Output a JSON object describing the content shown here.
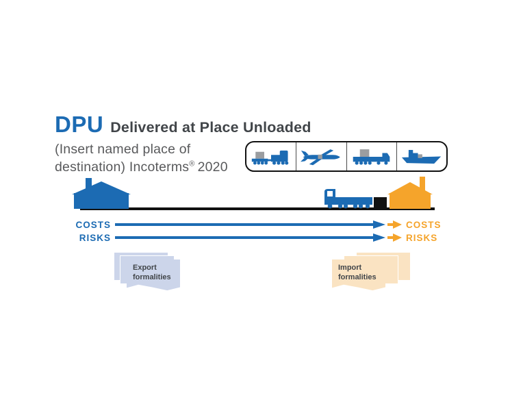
{
  "header": {
    "code": "DPU",
    "title": "Delivered at Place Unloaded",
    "subtitle_line1": "(Insert named place of",
    "subtitle_line2_part1": "destination) Incoterms",
    "subtitle_reg_mark": "®",
    "subtitle_line2_part2": "2020"
  },
  "transport_box": {
    "modes": [
      "rail",
      "air",
      "road",
      "sea"
    ]
  },
  "costs": {
    "left_label": "COSTS",
    "right_label": "COSTS"
  },
  "risks": {
    "left_label": "RISKS",
    "right_label": "RISKS"
  },
  "formalities": {
    "export_line1": "Export",
    "export_line2": "formalities",
    "import_line1": "Import",
    "import_line2": "formalities"
  },
  "colors": {
    "brand_blue": "#1C6BB3",
    "accent_orange": "#F5A42B",
    "dark_text": "#414549",
    "subtitle_gray": "#58595B",
    "paper_blue": "#CCD5EA",
    "paper_orange": "#FAE3C2",
    "container_gray": "#9B9DA0",
    "line_black": "#111111"
  }
}
